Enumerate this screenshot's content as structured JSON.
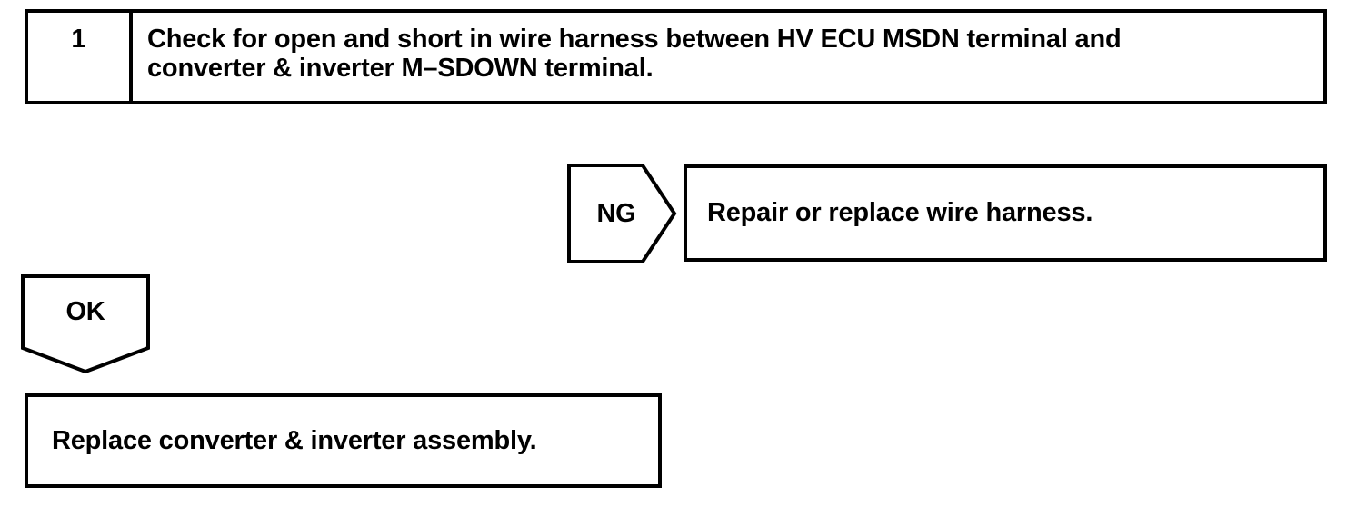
{
  "page": {
    "background_color": "#ffffff",
    "ink_color": "#000000"
  },
  "flowchart": {
    "step_box": {
      "number": "1",
      "lines": [
        "Check for open and short in wire harness between HV ECU MSDN terminal and",
        "converter & inverter M–SDOWN terminal."
      ]
    },
    "ng_branch": {
      "connector_label": "NG",
      "action": "Repair or replace wire harness."
    },
    "ok_branch": {
      "connector_label": "OK",
      "action": "Replace converter & inverter assembly."
    }
  }
}
